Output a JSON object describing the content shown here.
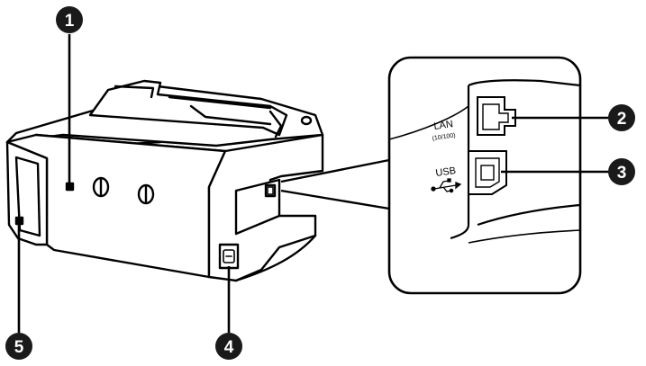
{
  "callouts": [
    {
      "number": "1"
    },
    {
      "number": "2"
    },
    {
      "number": "3"
    },
    {
      "number": "4"
    },
    {
      "number": "5"
    }
  ],
  "ports": {
    "lan_label": "LAN",
    "lan_speed": "(10/100)",
    "usb_label": "USB"
  },
  "icons": [
    "usb-trident-icon",
    "lan-port-icon",
    "usb-b-port-icon",
    "ac-inlet-icon"
  ],
  "colors": {
    "line": "#000000",
    "callout_fill": "#1a1a1a",
    "callout_text": "#ffffff",
    "background": "#ffffff"
  }
}
